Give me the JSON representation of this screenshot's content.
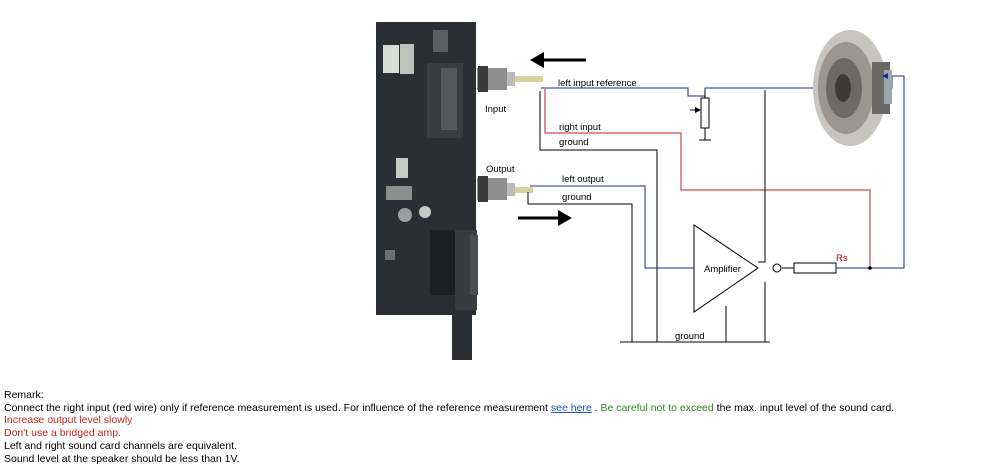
{
  "labels": {
    "input": "Input",
    "output": "Output",
    "left_input_reference": "left input  reference",
    "right_input": "right input",
    "ground_top": "ground",
    "left_output": "left output",
    "ground_output": "ground",
    "amplifier": "Amplifier",
    "rs": "Rs",
    "ground_bottom": "ground"
  },
  "remarks": {
    "title": "Remark:",
    "line1_part1": "Connect the right input (red wire) only if reference measurement is used. For influence of the reference measurement ",
    "line1_link": "see here",
    "line1_part2": " . ",
    "line1_green": "Be careful not to exceed",
    "line1_part3": " the max. input level of the sound card.",
    "line2": "Increase output level slowly",
    "line3": "Don't use a bridged amp.",
    "line4": "Left and right sound card channels are equivalent.",
    "line5": "Sound level at the speaker should be less than 1V."
  },
  "colors": {
    "wire_blue": "#1c2a8a",
    "wire_red": "#c02020",
    "wire_black": "#000000",
    "pcb": "#2b2f33",
    "text_red": "#c0281e",
    "text_green": "#2a8a20",
    "link_blue": "#1a55c0"
  },
  "icons": [
    "sound-card-board",
    "jack-connector",
    "arrow-left",
    "arrow-right",
    "potentiometer",
    "amplifier-triangle",
    "resistor",
    "speaker"
  ]
}
